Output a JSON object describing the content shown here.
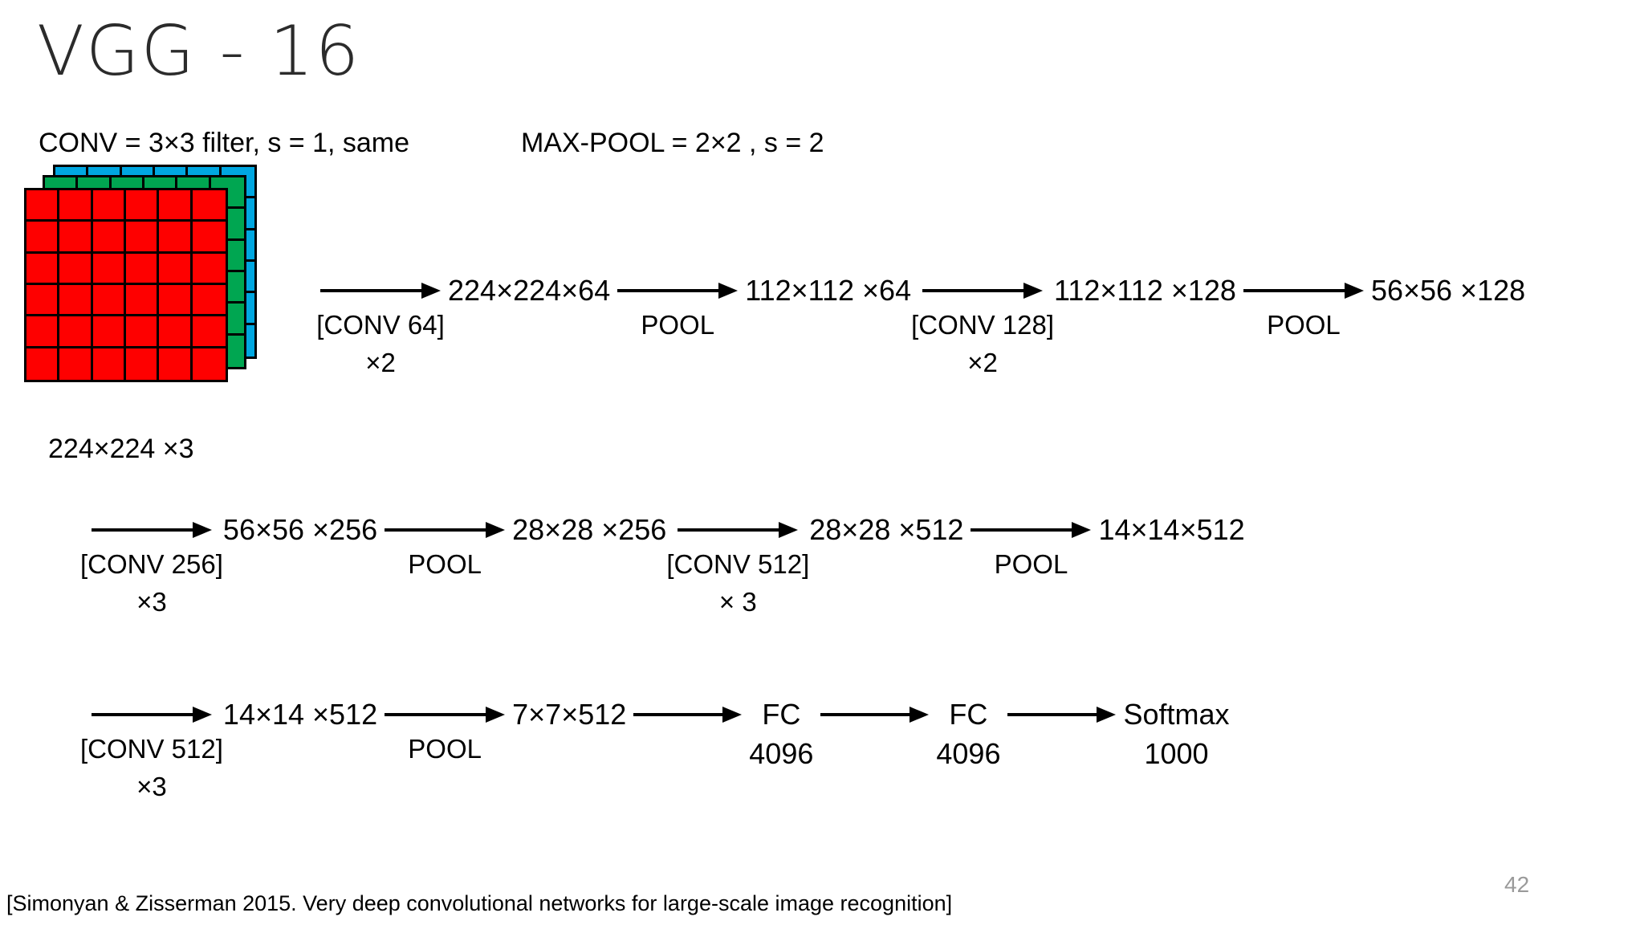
{
  "slide": {
    "title": "VGG - 16",
    "page_number": "42",
    "citation": "[Simonyan & Zisserman 2015. Very deep convolutional networks for large-scale image recognition]"
  },
  "definitions": {
    "conv": "CONV = 3×3 filter, s = 1, same",
    "maxpool": "MAX-POOL = 2×2 , s = 2"
  },
  "input_volume": {
    "label": "224×224 ×3",
    "grid_cols": 6,
    "grid_rows": 6,
    "layers": [
      {
        "name": "blue-layer",
        "color": "#00a7e1"
      },
      {
        "name": "green-layer",
        "color": "#00a651"
      },
      {
        "name": "red-layer",
        "color": "#fe0000"
      }
    ]
  },
  "rows": [
    {
      "name": "row-1",
      "items": [
        {
          "kind": "arrow",
          "caption": "[CONV 64]",
          "sub": "×2"
        },
        {
          "kind": "node",
          "main": "224×224×64",
          "sub": ""
        },
        {
          "kind": "arrow",
          "caption": "POOL",
          "sub": ""
        },
        {
          "kind": "node",
          "main": "112×112 ×64",
          "sub": ""
        },
        {
          "kind": "arrow",
          "caption": "[CONV 128]",
          "sub": "×2"
        },
        {
          "kind": "node",
          "main": "112×112 ×128",
          "sub": ""
        },
        {
          "kind": "arrow",
          "caption": "POOL",
          "sub": ""
        },
        {
          "kind": "node",
          "main": "56×56 ×128",
          "sub": ""
        }
      ]
    },
    {
      "name": "row-2",
      "items": [
        {
          "kind": "arrow",
          "caption": "[CONV 256]",
          "sub": "×3"
        },
        {
          "kind": "node",
          "main": "56×56 ×256",
          "sub": ""
        },
        {
          "kind": "arrow",
          "caption": "POOL",
          "sub": ""
        },
        {
          "kind": "node",
          "main": "28×28 ×256",
          "sub": ""
        },
        {
          "kind": "arrow",
          "caption": "[CONV 512]",
          "sub": "× 3"
        },
        {
          "kind": "node",
          "main": "28×28 ×512",
          "sub": ""
        },
        {
          "kind": "arrow",
          "caption": "POOL",
          "sub": ""
        },
        {
          "kind": "node",
          "main": "14×14×512",
          "sub": ""
        }
      ]
    },
    {
      "name": "row-3",
      "items": [
        {
          "kind": "arrow",
          "caption": "[CONV 512]",
          "sub": "×3"
        },
        {
          "kind": "node",
          "main": "14×14 ×512",
          "sub": ""
        },
        {
          "kind": "arrow",
          "caption": "POOL",
          "sub": ""
        },
        {
          "kind": "node",
          "main": "7×7×512",
          "sub": ""
        },
        {
          "kind": "arrow",
          "caption": "",
          "sub": ""
        },
        {
          "kind": "node",
          "main": "FC",
          "sub": "4096"
        },
        {
          "kind": "arrow",
          "caption": "",
          "sub": ""
        },
        {
          "kind": "node",
          "main": "FC",
          "sub": "4096"
        },
        {
          "kind": "arrow",
          "caption": "",
          "sub": ""
        },
        {
          "kind": "node",
          "main": "Softmax",
          "sub": "1000"
        }
      ]
    }
  ]
}
